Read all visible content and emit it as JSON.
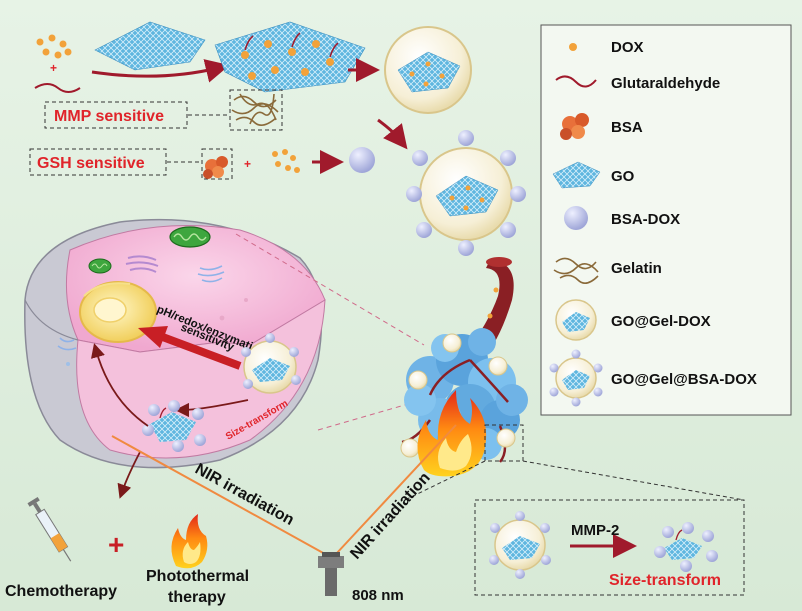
{
  "labels": {
    "mmp_sensitive": "MMP sensitive",
    "gsh_sensitive": "GSH sensitive",
    "plus1": "+",
    "plus2": "+",
    "plus3": "+",
    "ph_line1": "pH/redox/enzymatic",
    "ph_line2": "sensitivity",
    "size_transform_cell": "Size-transform",
    "nir_left": "NIR irradiation",
    "nir_right": "NIR irradiation",
    "laser": "808 nm",
    "chemo": "Chemotherapy",
    "photo1": "Photothermal",
    "photo2": "therapy",
    "mmp2": "MMP-2",
    "size_transform_box": "Size-transform"
  },
  "legend": [
    {
      "key": "dox",
      "label": "DOX"
    },
    {
      "key": "glut",
      "label": "Glutaraldehyde"
    },
    {
      "key": "bsa",
      "label": "BSA"
    },
    {
      "key": "go",
      "label": "GO"
    },
    {
      "key": "bsadox",
      "label": "BSA-DOX"
    },
    {
      "key": "gelatin",
      "label": "Gelatin"
    },
    {
      "key": "gogel",
      "label": "GO@Gel-DOX"
    },
    {
      "key": "gogelbsa",
      "label": "GO@Gel@BSA-DOX"
    }
  ],
  "colors": {
    "dox": "#f2a23a",
    "glut": "#a01a2c",
    "bsa": "#e8703a",
    "go": "#4aa8d8",
    "bsadox": "#b9bfe6",
    "gelatin": "#8a6a3a",
    "accent_red": "#e0242a",
    "cell": "#f2b8d8",
    "tumor": "#6fb3e6",
    "vessel": "#8a1f24"
  }
}
